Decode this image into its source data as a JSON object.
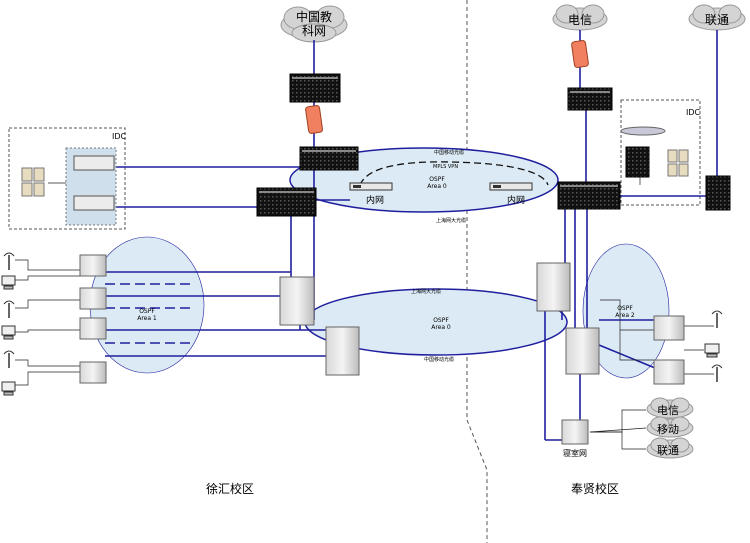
{
  "clouds": {
    "cernet": {
      "line1": "中国教",
      "line2": "科网"
    },
    "telecom_top": "电信",
    "unicom_top": "联通"
  },
  "idc": {
    "left": "IDC",
    "right": "IDC"
  },
  "links": {
    "mobile_top": "中国移动光缆",
    "mpls": "MPLS VPN",
    "wuxing_top": "上海网大光缆",
    "wuxing_bottom": "上海网大光缆",
    "mobile_bottom": "中国移动光缆"
  },
  "areas": {
    "area0_top": {
      "line1": "OSPF",
      "line2": "Area 0"
    },
    "area0_bottom": {
      "line1": "OSPF",
      "line2": "Area 0"
    },
    "area1": {
      "line1": "OSPF",
      "line2": "Area 1"
    },
    "area2": {
      "line1": "OSPF",
      "line2": "Area 2"
    }
  },
  "intranet": {
    "left": "内网",
    "right": "内网"
  },
  "dorm": "寝室网",
  "isps": [
    "电信",
    "移动",
    "联通"
  ],
  "campuses": {
    "left": "徐汇校区",
    "right": "奉贤校区"
  },
  "colors": {
    "link": "#1f1f9e",
    "area_fill": "#dbeaf5",
    "firewall": "#f08060",
    "cloud": "#d4d4d4"
  }
}
